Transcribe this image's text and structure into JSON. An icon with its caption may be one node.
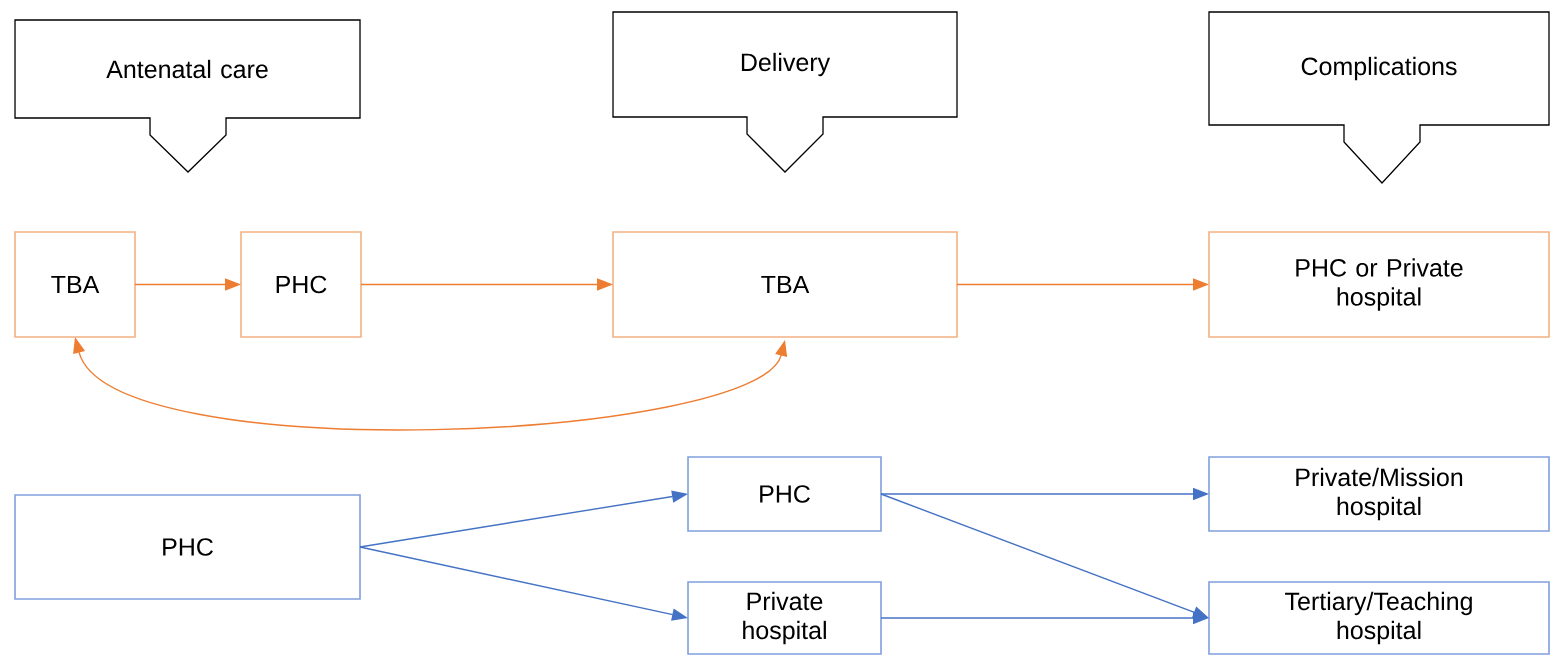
{
  "diagram": {
    "nodes": [
      {
        "text": [
          "Antenatal care"
        ]
      },
      {
        "text": [
          "Delivery"
        ]
      },
      {
        "text": [
          "Complications"
        ]
      },
      {
        "text": [
          "TBA"
        ]
      },
      {
        "text": [
          "PHC"
        ]
      },
      {
        "text": [
          "TBA"
        ]
      },
      {
        "text": [
          "PHC or Private hospital"
        ]
      },
      {
        "text": [
          "PHC"
        ]
      },
      {
        "text": [
          "PHC"
        ]
      },
      {
        "text": [
          "Private hospital"
        ]
      },
      {
        "text": [
          "Private/Mission hospital"
        ]
      },
      {
        "text": [
          "Tertiary/Teaching hospital"
        ]
      }
    ],
    "edges": [
      {
        "from": 3,
        "to": 4,
        "arrow": "to",
        "color": "#ed7d31"
      },
      {
        "from": 4,
        "to": 5,
        "arrow": "to",
        "color": "#ed7d31"
      },
      {
        "from": 5,
        "to": 6,
        "arrow": "to",
        "color": "#ed7d31"
      },
      {
        "from": 3,
        "to": 5,
        "arrow": "both",
        "color": "#ed7d31"
      },
      {
        "from": 7,
        "to": 8,
        "arrow": "to"
      },
      {
        "from": 7,
        "to": 9,
        "arrow": "to"
      },
      {
        "from": 8,
        "to": 10,
        "arrow": "to"
      },
      {
        "from": 8,
        "to": 11,
        "arrow": "to"
      },
      {
        "from": 9,
        "to": 11,
        "arrow": "to"
      }
    ]
  }
}
